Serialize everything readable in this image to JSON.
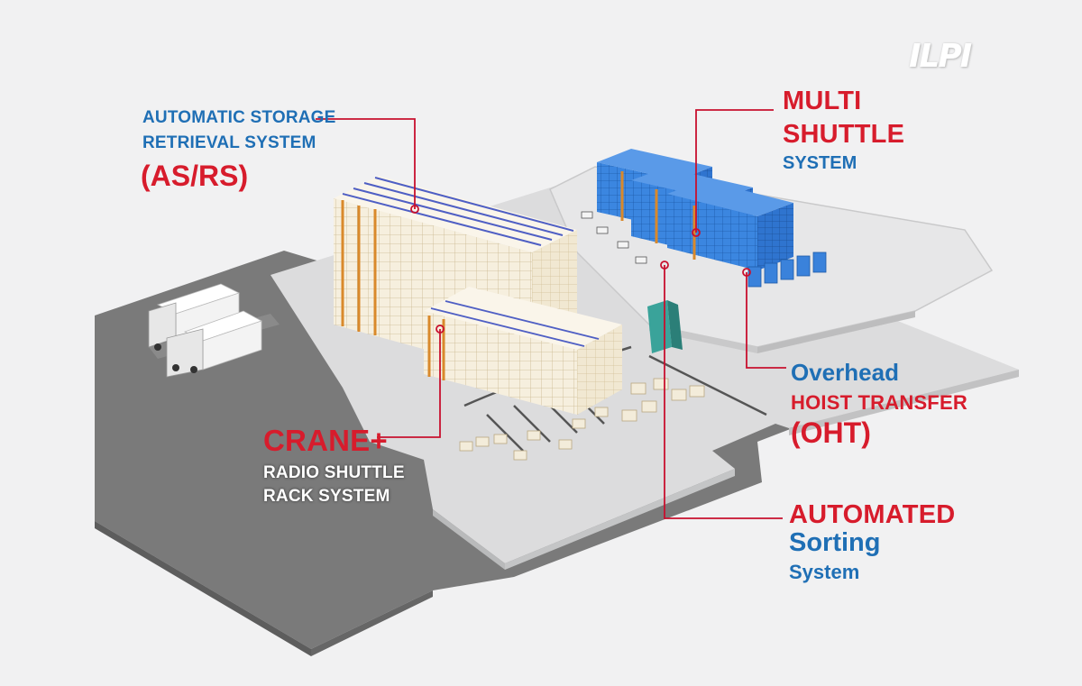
{
  "logo": {
    "text": "ILPI"
  },
  "labels": {
    "asrs": {
      "line1": "AUTOMATIC STORAGE",
      "line2": "RETRIEVAL SYSTEM",
      "line3": "(AS/RS)"
    },
    "multi_shuttle": {
      "line1": "MULTI",
      "line2": "SHUTTLE",
      "line3": "SYSTEM"
    },
    "crane": {
      "line1": "CRANE+",
      "line2": "RADIO SHUTTLE",
      "line3": "RACK SYSTEM"
    },
    "oht": {
      "line1": "Overhead",
      "line2": "HOIST TRANSFER",
      "line3": "(OHT)"
    },
    "sorting": {
      "line1": "AUTOMATED",
      "line2": "Sorting",
      "line3": "System"
    }
  },
  "colors": {
    "label_blue": "#1f6fb5",
    "label_red": "#d71c2c",
    "callout_line": "#c8102e",
    "rack_blue": "#2f7ad6",
    "rack_cream": "#f3ead6",
    "ground": "#7a7a7a",
    "platform": "#d9dadb"
  }
}
